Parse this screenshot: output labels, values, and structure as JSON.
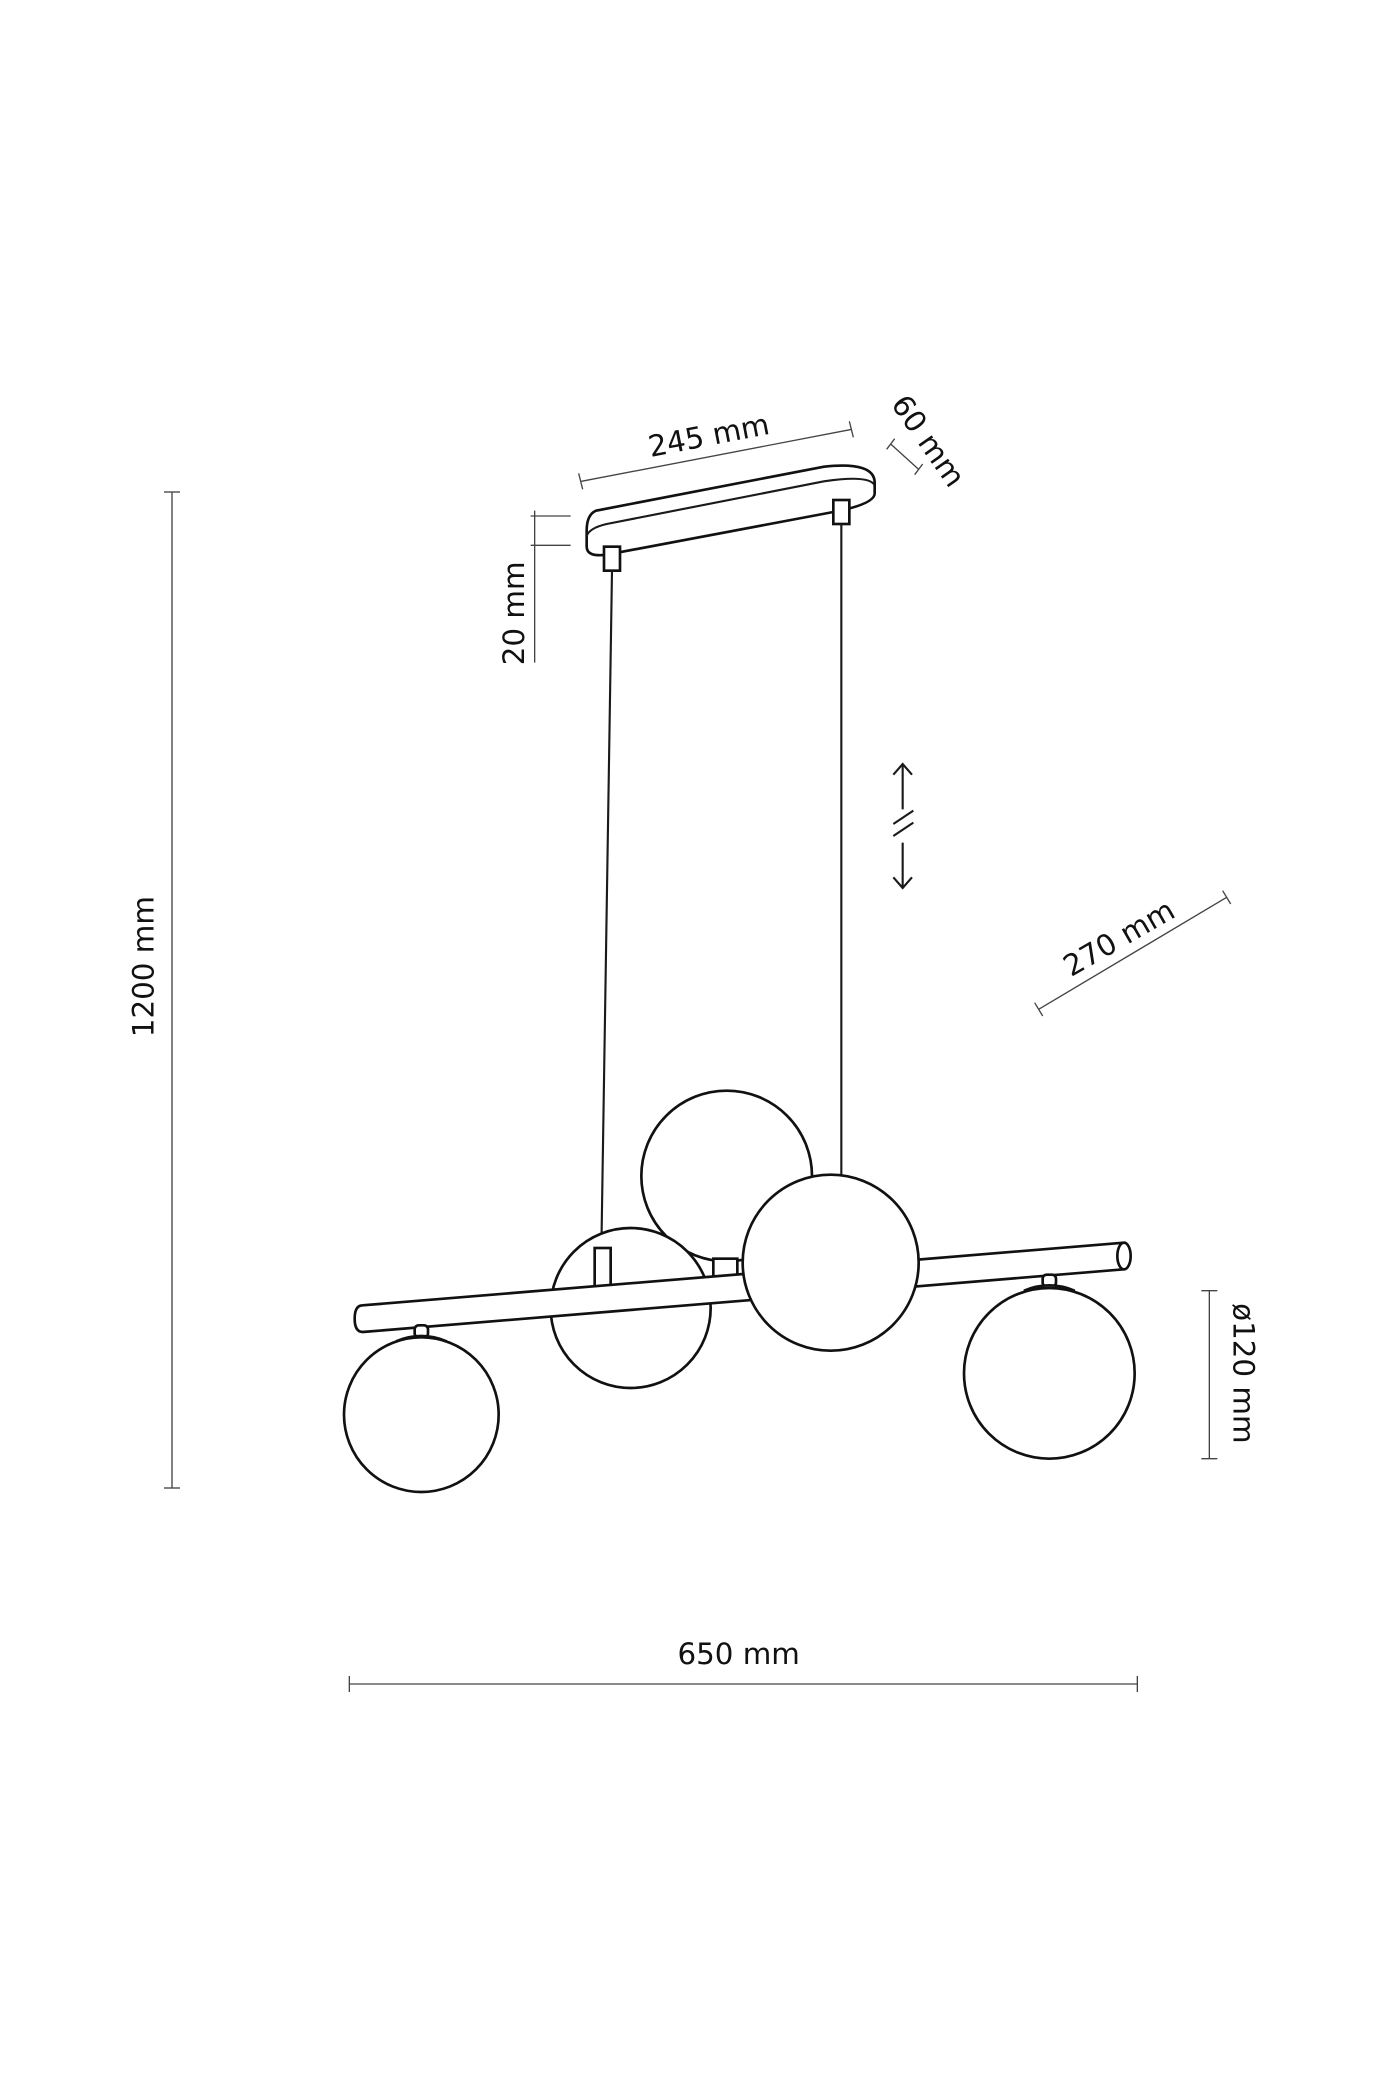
{
  "title": "Pendant lamp dimension drawing",
  "dimensions": {
    "height_total": "1200 mm",
    "width_total": "650 mm",
    "canopy_length": "245 mm",
    "canopy_width": "60 mm",
    "canopy_height": "20 mm",
    "arm_depth": "270 mm",
    "globe_diameter": "ø120 mm"
  },
  "icons": [
    "adjustable-height-arrows-icon"
  ],
  "colors": {
    "line": "#111111",
    "background": "#ffffff"
  }
}
